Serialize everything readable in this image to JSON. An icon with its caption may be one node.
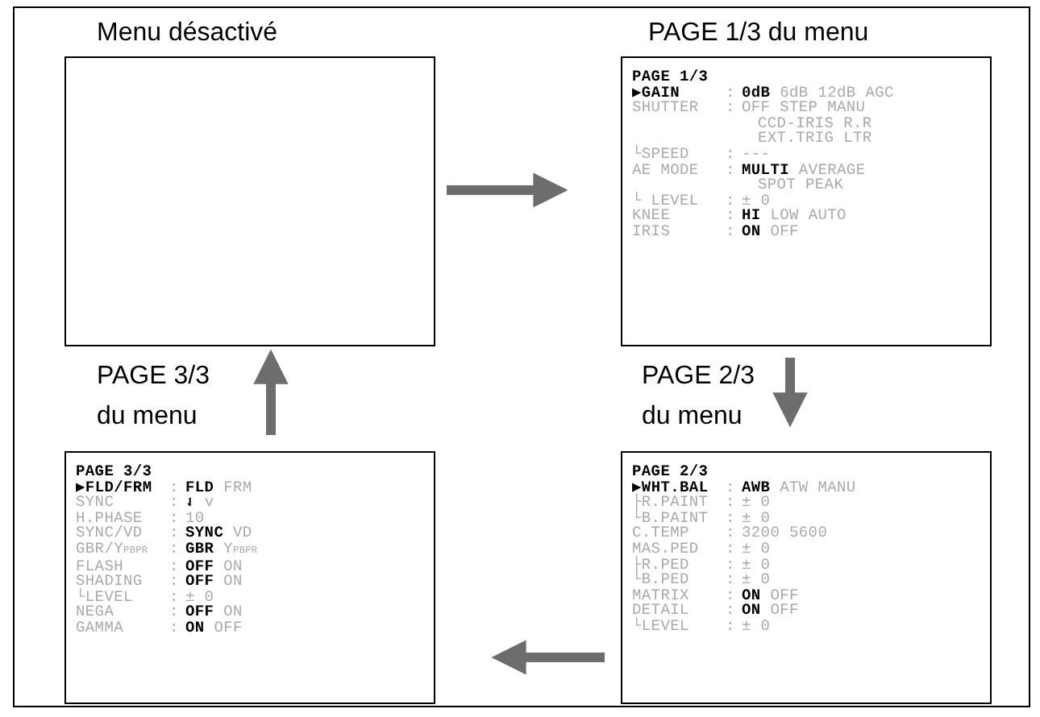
{
  "diagram": {
    "nodes": [
      {
        "text": [
          "Menu désactivé"
        ]
      },
      {
        "text": [
          "PAGE 1/3 du menu",
          "**PAGE 1/3**",
          "**▶GAIN** : **0dB** 6dB 12dB AGC",
          "SHUTTER : OFF STEP MANU",
          "CCD-IRIS R.R",
          "EXT.TRIG LTR",
          "└SPEED : ---",
          "AE MODE : **MULTI** AVERAGE",
          "SPOT PEAK",
          "└ LEVEL : ± 0",
          "KNEE : **HI** LOW AUTO",
          "IRIS : **ON** OFF"
        ]
      },
      {
        "text": [
          "PAGE 2/3 du menu",
          "**PAGE 2/3**",
          "**▶WHT.BAL** : **AWB** ATW MANU",
          "├R.PAINT : ± 0",
          "└B.PAINT : ± 0",
          "C.TEMP : 3200 5600",
          "MAS.PED : ± 0",
          "├R.PED : ± 0",
          "└B.PED : ± 0",
          "MATRIX : **ON** OFF",
          "DETAIL : **ON** OFF",
          "└LEVEL : ± 0"
        ]
      },
      {
        "text": [
          "PAGE 3/3 du menu",
          "**PAGE 3/3**",
          "**▶FLD/FRM** : **FLD** FRM",
          "SYNC : **⇃** v",
          "H.PHASE : 10",
          "SYNC/VD : **SYNC** VD",
          "GBR/Y$_{PBPR}$ : **GBR** Y$_{PBPR}$",
          "FLASH : **OFF** ON",
          "SHADING : **OFF** ON",
          "└LEVEL : ± 0",
          "NEGA : **OFF** ON",
          "GAMMA : **ON** OFF"
        ]
      }
    ],
    "edges": [
      {
        "from": 0,
        "to": 1,
        "arrow": "to"
      },
      {
        "from": 1,
        "to": 2,
        "arrow": "to"
      },
      {
        "from": 2,
        "to": 3,
        "arrow": "to"
      },
      {
        "from": 3,
        "to": 0,
        "arrow": "to"
      }
    ]
  }
}
